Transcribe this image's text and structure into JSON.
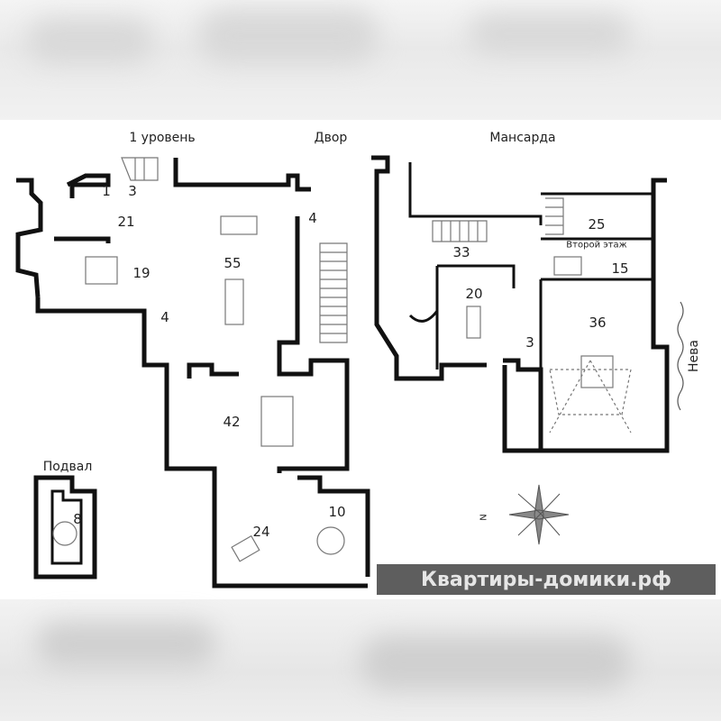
{
  "headings": {
    "level1": "1 уровень",
    "yard": "Двор",
    "attic": "Мансарда",
    "basement": "Подвал",
    "second_floor": "Второй этаж",
    "river": "Нева"
  },
  "rooms": {
    "level1": [
      "1",
      "3",
      "21",
      "19",
      "4",
      "55",
      "4",
      "42",
      "24",
      "10"
    ],
    "basement": [
      "8"
    ],
    "attic": [
      "33",
      "20",
      "3",
      "25",
      "15",
      "36"
    ]
  },
  "compass": {
    "north_label": "N"
  },
  "watermark": {
    "text": "Квартиры-домики.рф",
    "accent_color": "#8cc152"
  }
}
